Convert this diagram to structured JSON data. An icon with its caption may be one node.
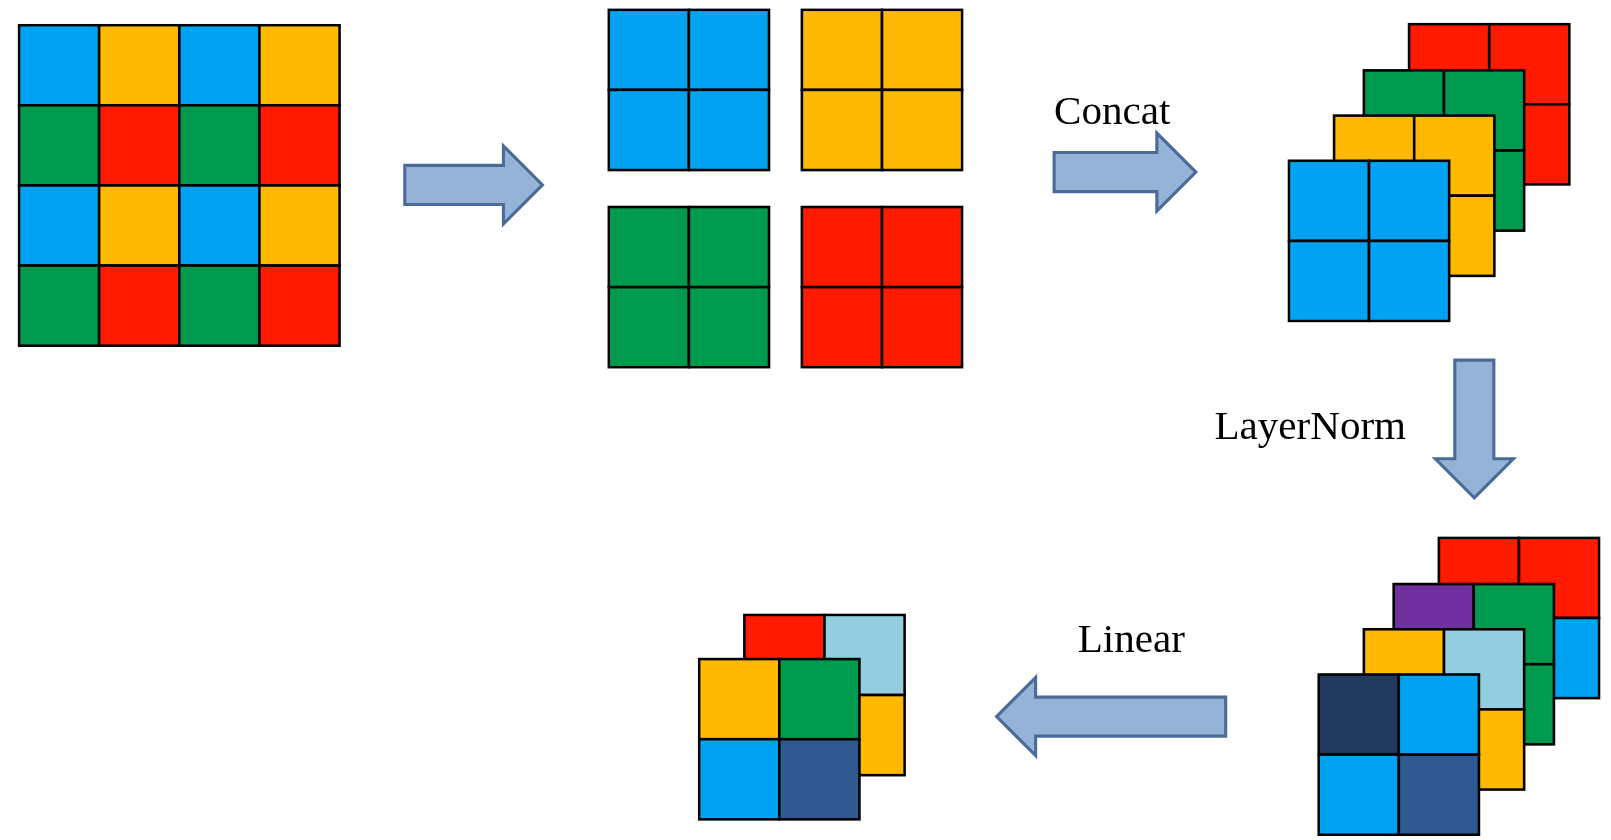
{
  "diagram": {
    "nodes": [
      {
        "text": [],
        "shape": "picture"
      },
      {
        "text": [],
        "shape": "picture"
      },
      {
        "text": [],
        "shape": "picture"
      },
      {
        "text": [],
        "shape": "picture"
      },
      {
        "text": [],
        "shape": "picture"
      }
    ],
    "edges": [
      {
        "from": 0,
        "to": 1,
        "arrow": "to"
      },
      {
        "from": 1,
        "to": 2,
        "arrow": "to",
        "label": "Concat"
      },
      {
        "from": 2,
        "to": 3,
        "arrow": "to",
        "label": "LayerNorm"
      },
      {
        "from": 3,
        "to": 4,
        "arrow": "to",
        "label": "Linear"
      }
    ]
  }
}
